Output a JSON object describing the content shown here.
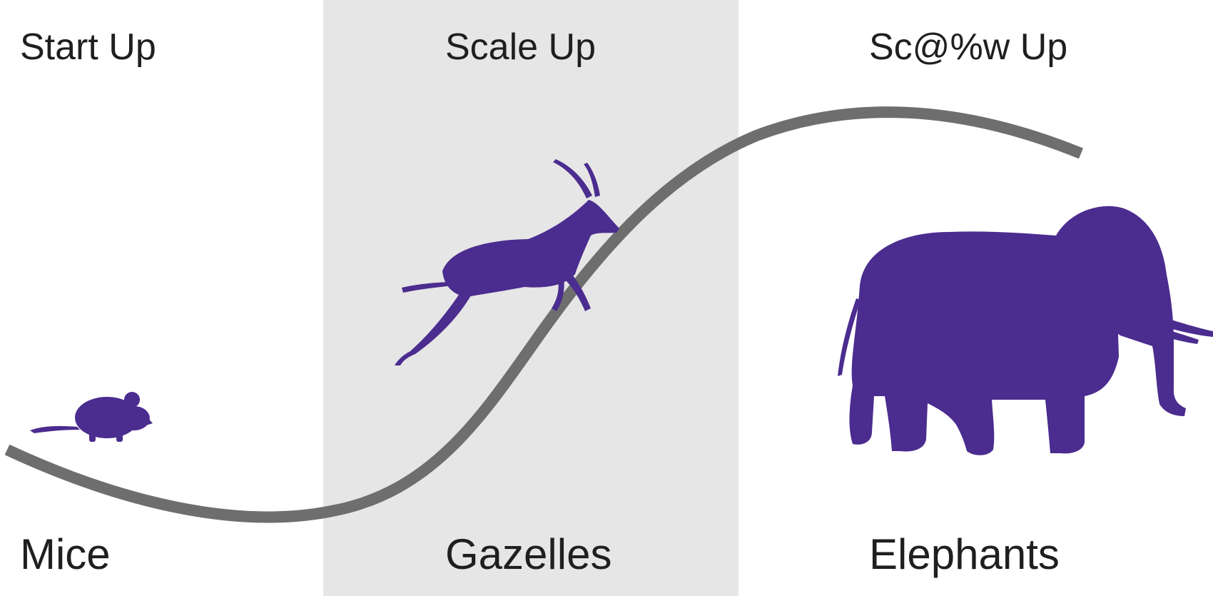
{
  "stages": {
    "start": "Start Up",
    "scale": "Scale Up",
    "scaw": "Sc@%w Up"
  },
  "animals": {
    "mice": "Mice",
    "gazelles": "Gazelles",
    "elephants": "Elephants"
  },
  "colors": {
    "curve": "#6e6e6e",
    "silhouette": "#4b2c8f",
    "band": "#e6e6e6",
    "text": "#1f1f1f"
  }
}
